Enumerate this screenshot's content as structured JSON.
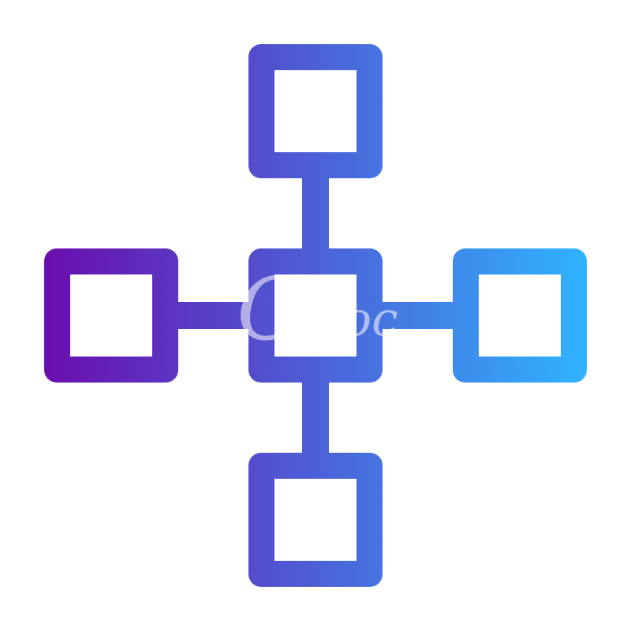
{
  "icon": {
    "name": "network-blocks-icon",
    "nodes": [
      {
        "id": "node-top",
        "role": "peripheral"
      },
      {
        "id": "node-left",
        "role": "peripheral"
      },
      {
        "id": "node-center",
        "role": "hub"
      },
      {
        "id": "node-right",
        "role": "peripheral"
      },
      {
        "id": "node-bottom",
        "role": "peripheral"
      }
    ],
    "connections": [
      {
        "from": "node-center",
        "to": "node-top"
      },
      {
        "from": "node-center",
        "to": "node-left"
      },
      {
        "from": "node-center",
        "to": "node-right"
      },
      {
        "from": "node-center",
        "to": "node-bottom"
      }
    ],
    "gradient": {
      "start": "#6a0dad",
      "end": "#2fb3ff"
    },
    "fill_inner": "#ffffff"
  },
  "watermark": {
    "text": "Co",
    "text2": "oc",
    "color": "#ffffff"
  }
}
